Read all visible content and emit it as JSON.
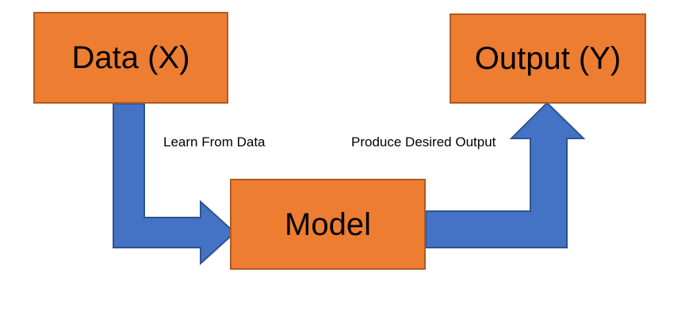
{
  "boxes": {
    "data": {
      "label": "Data (X)"
    },
    "model": {
      "label": "Model"
    },
    "output": {
      "label": "Output (Y)"
    }
  },
  "arrow_labels": {
    "learn": "Learn From Data",
    "produce": "Produce Desired Output"
  },
  "icons": {
    "arrow_data_to_model": "elbow-arrow-down-right",
    "arrow_model_to_output": "elbow-arrow-right-up"
  },
  "colors": {
    "canvas-bg": "#FFFFFF",
    "box-fill": "#ED7D31",
    "box-border": "#AE5A21",
    "arrow-fill": "#4472C4",
    "arrow-border": "#2F528F",
    "label-text": "#000000"
  }
}
